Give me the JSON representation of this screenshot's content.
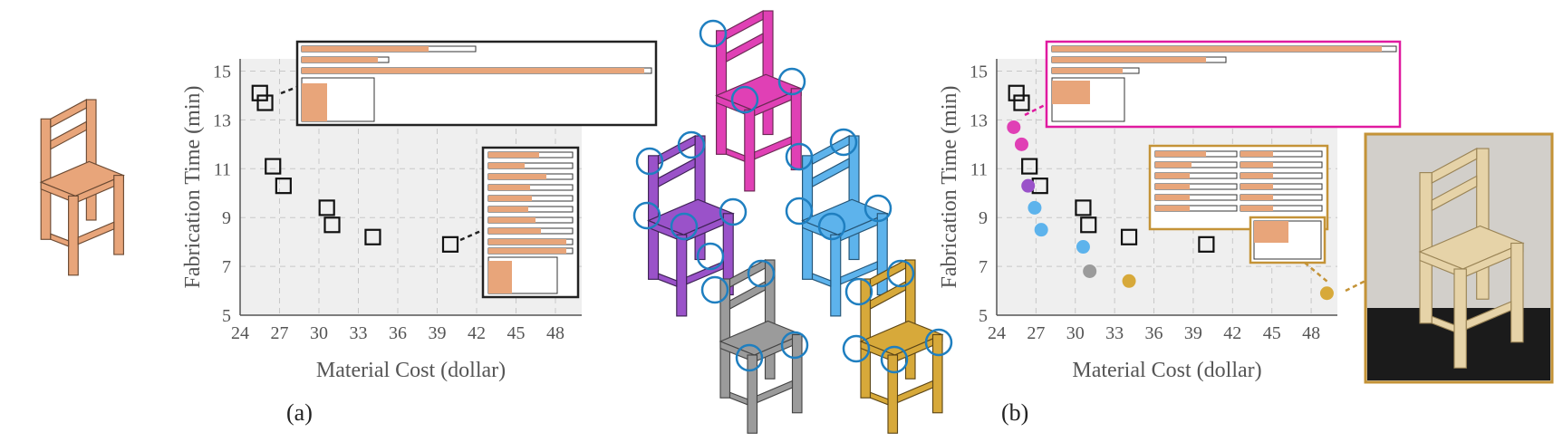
{
  "figure": {
    "panel_labels": [
      "(a)",
      "(b)"
    ],
    "colors": {
      "wood": "#e8a57a",
      "magenta": "#e040b5",
      "purple": "#9a52c9",
      "blue": "#5db3ec",
      "gray": "#9b9b9b",
      "gold": "#d7a93a",
      "circle": "#1f7fc0",
      "grid_bg": "#efefef",
      "magenta_box": "#e01aa0",
      "gold_box": "#c49337"
    },
    "icons": [
      "chair-render-icon",
      "chair-photo-icon",
      "cutting-layout-icon"
    ]
  },
  "chart_data": [
    {
      "type": "scatter",
      "panel": "(a)",
      "xlabel": "Material Cost (dollar)",
      "ylabel": "Fabrication Time (min)",
      "xlim": [
        24,
        50
      ],
      "ylim": [
        5,
        15.5
      ],
      "xticks": [
        24,
        27,
        30,
        33,
        36,
        39,
        42,
        45,
        48
      ],
      "yticks": [
        5,
        7,
        9,
        11,
        13,
        15
      ],
      "grid": true,
      "series": [
        {
          "marker": "square",
          "x": [
            25.5,
            25.9,
            26.5,
            27.3,
            30.6,
            31.0,
            34.1,
            40.0
          ],
          "y": [
            14.1,
            13.7,
            11.1,
            10.3,
            9.4,
            8.7,
            8.2,
            7.9
          ]
        }
      ]
    },
    {
      "type": "scatter",
      "panel": "(b)",
      "xlabel": "Material Cost (dollar)",
      "ylabel": "Fabrication Time (min)",
      "xlim": [
        24,
        50
      ],
      "ylim": [
        5,
        15.5
      ],
      "xticks": [
        24,
        27,
        30,
        33,
        36,
        39,
        42,
        45,
        48
      ],
      "yticks": [
        5,
        7,
        9,
        11,
        13,
        15
      ],
      "grid": true,
      "series": [
        {
          "marker": "square",
          "x": [
            25.5,
            25.9,
            26.5,
            27.3,
            30.6,
            31.0,
            34.1,
            40.0
          ],
          "y": [
            14.1,
            13.7,
            11.1,
            10.3,
            9.4,
            8.7,
            8.2,
            7.9
          ]
        },
        {
          "marker": "circle",
          "x": [
            25.3,
            25.9,
            26.4,
            26.9,
            27.4,
            30.6,
            31.1,
            34.1,
            49.2
          ],
          "y": [
            12.7,
            12.0,
            10.3,
            9.4,
            8.5,
            7.8,
            6.8,
            6.4,
            5.9
          ],
          "colors": [
            "#e040b5",
            "#e040b5",
            "#9a52c9",
            "#5db3ec",
            "#5db3ec",
            "#5db3ec",
            "#9b9b9b",
            "#d7a93a",
            "#d7a93a"
          ]
        }
      ]
    }
  ]
}
